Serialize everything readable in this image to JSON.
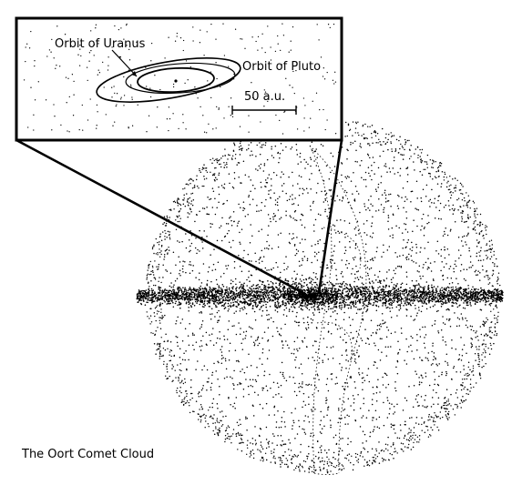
{
  "caption": "The Oort Comet Cloud",
  "inset": {
    "labels": {
      "uranus": "Orbit of Uranus",
      "pluto": "Orbit of Pluto",
      "scale": "50 a.u."
    }
  },
  "colors": {
    "ink": "#000000",
    "paper": "#ffffff"
  }
}
